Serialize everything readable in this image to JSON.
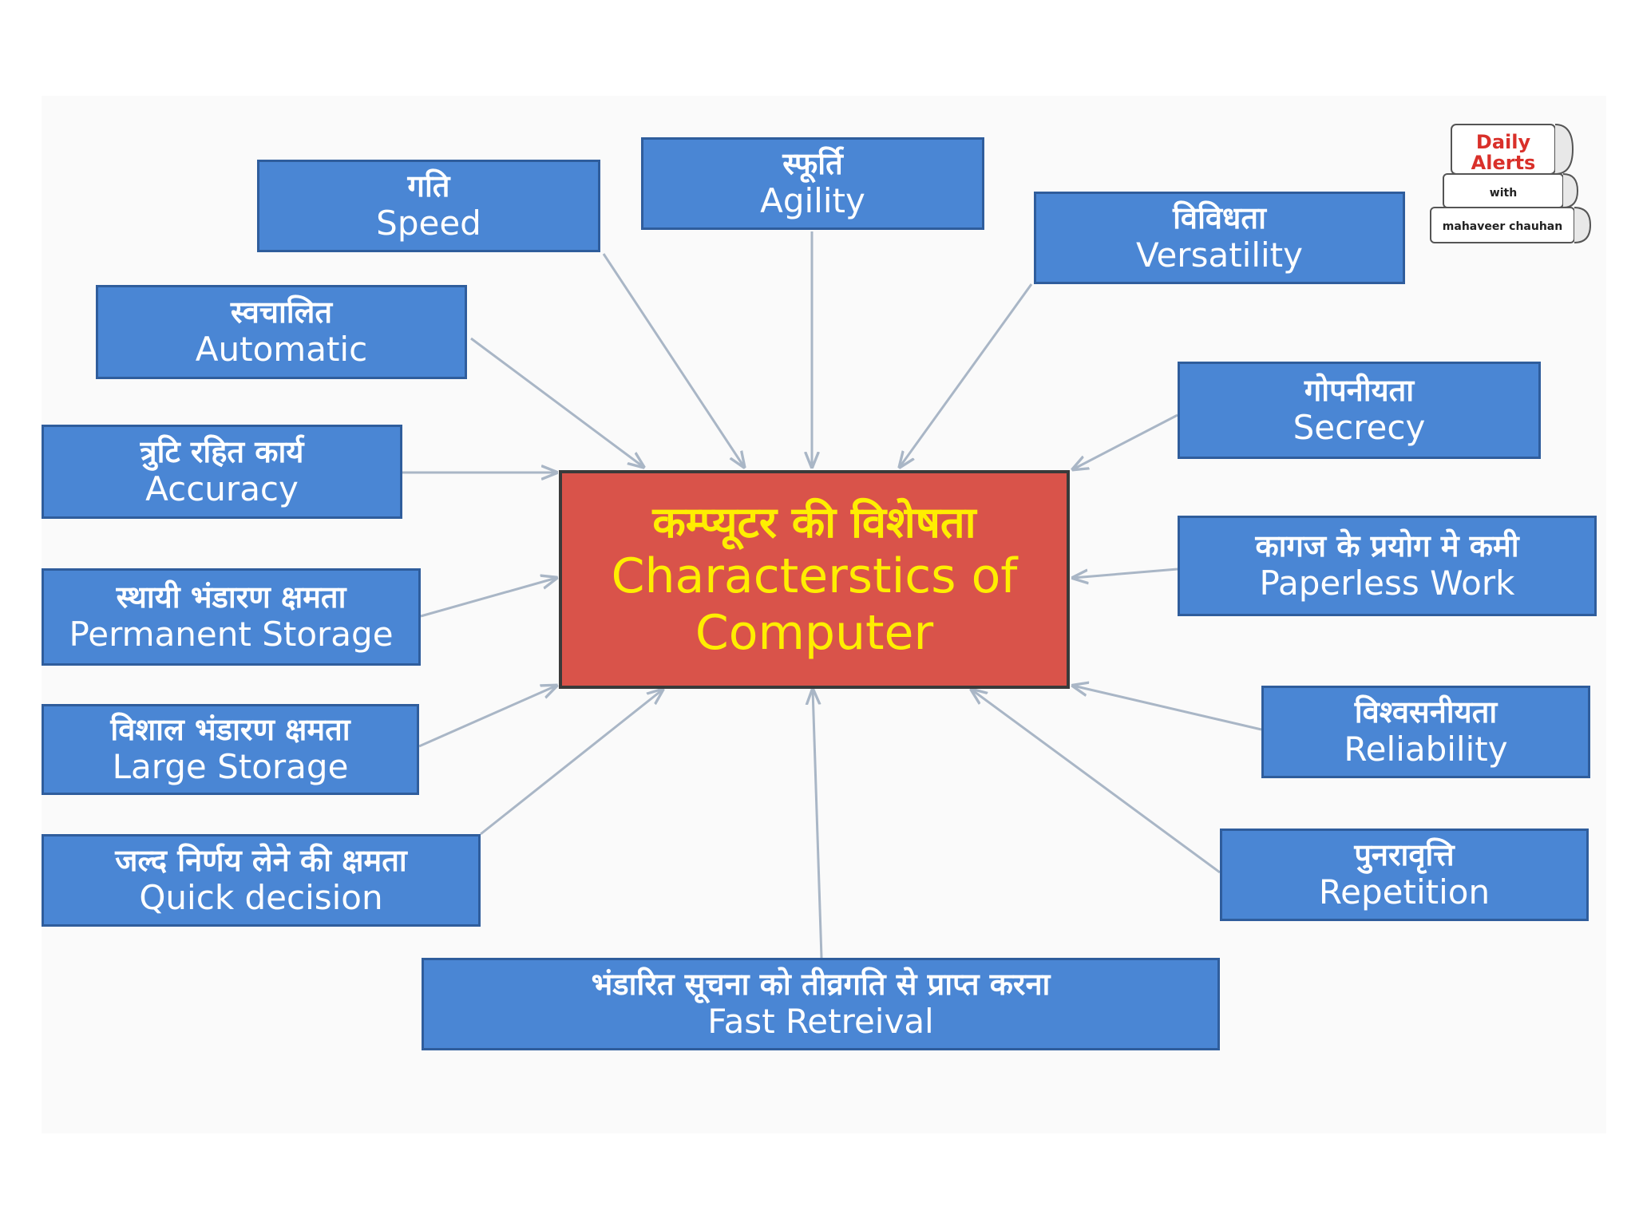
{
  "center": {
    "hindi": "कम्प्यूटर की विशेषता",
    "english_line1": "Characterstics of",
    "english_line2": "Computer"
  },
  "nodes": [
    {
      "id": "speed",
      "hindi": "गति",
      "english": "Speed"
    },
    {
      "id": "agility",
      "hindi": "स्फूर्ति",
      "english": "Agility"
    },
    {
      "id": "versatility",
      "hindi": "विविधता",
      "english": "Versatility"
    },
    {
      "id": "automatic",
      "hindi": "स्वचालित",
      "english": "Automatic"
    },
    {
      "id": "secrecy",
      "hindi": "गोपनीयता",
      "english": "Secrecy"
    },
    {
      "id": "accuracy",
      "hindi": "त्रुटि रहित कार्य",
      "english": "Accuracy"
    },
    {
      "id": "paperless",
      "hindi": "कागज के प्रयोग मे कमी",
      "english": "Paperless Work"
    },
    {
      "id": "permanent-storage",
      "hindi": "स्थायी भंडारण क्षमता",
      "english": "Permanent Storage"
    },
    {
      "id": "large-storage",
      "hindi": "विशाल भंडारण क्षमता",
      "english": "Large Storage"
    },
    {
      "id": "reliability",
      "hindi": "विश्वसनीयता",
      "english": "Reliability"
    },
    {
      "id": "quick-decision",
      "hindi": "जल्द निर्णय लेने की क्षमता",
      "english": "Quick decision"
    },
    {
      "id": "repetition",
      "hindi": "पुनरावृत्ति",
      "english": "Repetition"
    },
    {
      "id": "fast-retrieval",
      "hindi": "भंडारित सूचना को तीव्रगति से प्राप्त करना",
      "english": "Fast Retreival"
    }
  ],
  "logo": {
    "line1": "Daily",
    "line2": "Alerts",
    "line3": "with",
    "line4": "mahaveer chauhan"
  },
  "colors": {
    "node_fill": "#4a86d4",
    "center_fill": "#d9534a",
    "center_text": "#ffee00",
    "connector": "#a9b6c6"
  }
}
